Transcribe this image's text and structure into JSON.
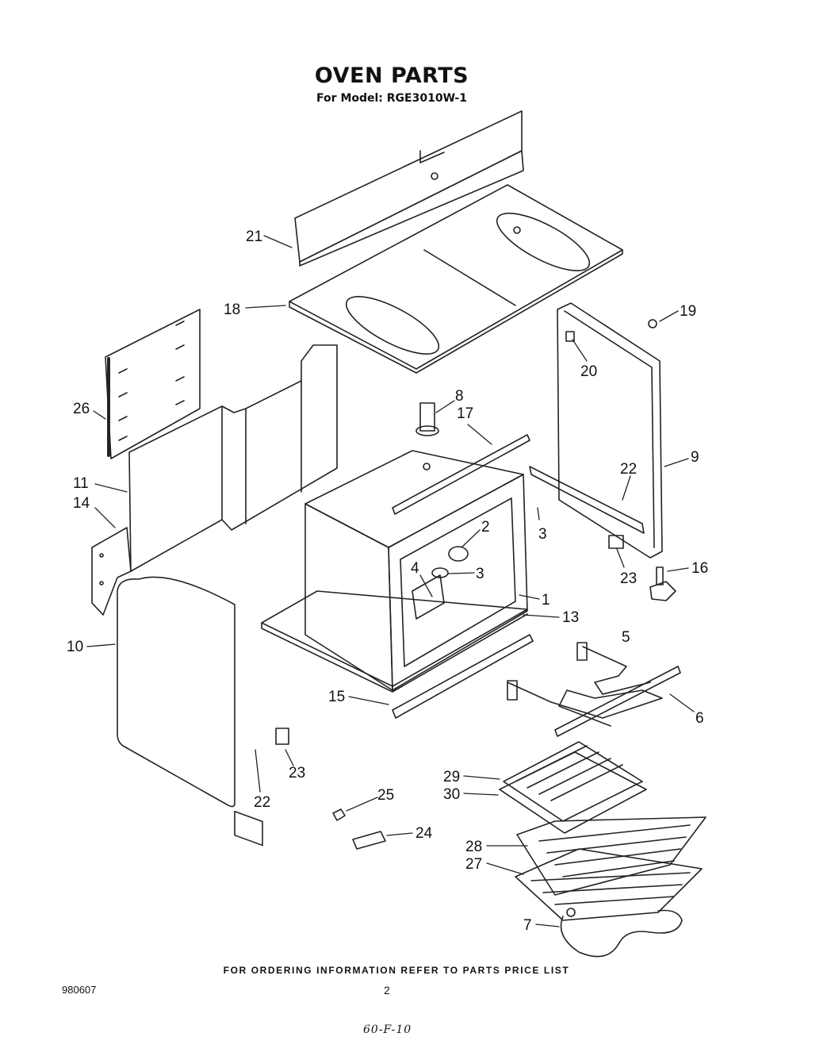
{
  "header": {
    "title": "OVEN PARTS",
    "subtitle": "For Model: RGE3010W-1"
  },
  "footer": {
    "notice": "FOR ORDERING INFORMATION REFER TO PARTS PRICE LIST",
    "doc_code": "980607",
    "page_number": "2",
    "handwritten_note": "60-F-10"
  },
  "callouts": [
    {
      "id": "c21",
      "label": "21"
    },
    {
      "id": "c18",
      "label": "18"
    },
    {
      "id": "c19",
      "label": "19"
    },
    {
      "id": "c20",
      "label": "20"
    },
    {
      "id": "c26",
      "label": "26"
    },
    {
      "id": "c8",
      "label": "8"
    },
    {
      "id": "c17",
      "label": "17"
    },
    {
      "id": "c9",
      "label": "9"
    },
    {
      "id": "c22a",
      "label": "22"
    },
    {
      "id": "c11",
      "label": "11"
    },
    {
      "id": "c14",
      "label": "14"
    },
    {
      "id": "c2",
      "label": "2"
    },
    {
      "id": "c3a",
      "label": "3"
    },
    {
      "id": "c3b",
      "label": "3"
    },
    {
      "id": "c4",
      "label": "4"
    },
    {
      "id": "c23a",
      "label": "23"
    },
    {
      "id": "c16",
      "label": "16"
    },
    {
      "id": "c1",
      "label": "1"
    },
    {
      "id": "c13",
      "label": "13"
    },
    {
      "id": "c10",
      "label": "10"
    },
    {
      "id": "c5",
      "label": "5"
    },
    {
      "id": "c6",
      "label": "6"
    },
    {
      "id": "c15",
      "label": "15"
    },
    {
      "id": "c23b",
      "label": "23"
    },
    {
      "id": "c22b",
      "label": "22"
    },
    {
      "id": "c29",
      "label": "29"
    },
    {
      "id": "c30",
      "label": "30"
    },
    {
      "id": "c25",
      "label": "25"
    },
    {
      "id": "c24",
      "label": "24"
    },
    {
      "id": "c28",
      "label": "28"
    },
    {
      "id": "c27",
      "label": "27"
    },
    {
      "id": "c7",
      "label": "7"
    }
  ]
}
